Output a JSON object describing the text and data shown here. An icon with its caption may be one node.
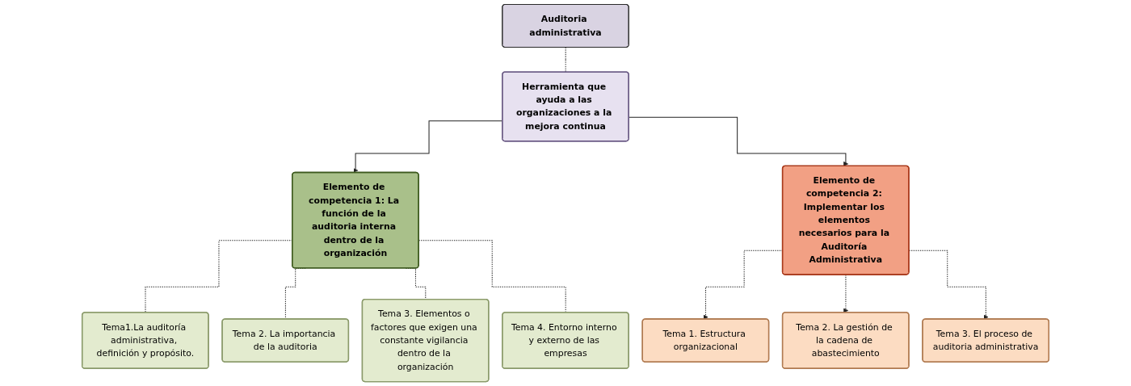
{
  "diagram": {
    "nodes": [
      {
        "text": [
          "Auditoria administrativa"
        ]
      },
      {
        "text": [
          "Herramienta que ayuda a las organizaciones a la mejora continua"
        ]
      },
      {
        "text": [
          "Elemento de competencia 1: La función de la auditoria interna dentro de la organización"
        ]
      },
      {
        "text": [
          "Elemento de competencia 2: Implementar los elementos necesarios para la Auditoría Administrativa"
        ]
      },
      {
        "text": [
          "Tema1.La auditoría administrativa, definición y propósito."
        ]
      },
      {
        "text": [
          "Tema 2. La importancia de la auditoria"
        ]
      },
      {
        "text": [
          "Tema 3. Elementos o factores que exigen una constante vigilancia dentro de la organización"
        ]
      },
      {
        "text": [
          "Tema 4. Entorno interno y externo de las empresas"
        ]
      },
      {
        "text": [
          "Tema 1. Estructura organizacional"
        ]
      },
      {
        "text": [
          "Tema 2. La gestión de la cadena de abastecimiento"
        ]
      },
      {
        "text": [
          "Tema 3. El proceso de auditoria administrativa"
        ]
      }
    ],
    "edges": [
      {
        "from": 0,
        "to": 1,
        "arrow": "none",
        "style": "dashed"
      },
      {
        "from": 1,
        "to": 2,
        "arrow": "to"
      },
      {
        "from": 1,
        "to": 3,
        "arrow": "to"
      },
      {
        "from": 2,
        "to": 4,
        "arrow": "none",
        "style": "dashed"
      },
      {
        "from": 2,
        "to": 5,
        "arrow": "none",
        "style": "dashed"
      },
      {
        "from": 2,
        "to": 6,
        "arrow": "none",
        "style": "dashed"
      },
      {
        "from": 2,
        "to": 7,
        "arrow": "none",
        "style": "dashed"
      },
      {
        "from": 3,
        "to": 8,
        "arrow": "to",
        "style": "dashed"
      },
      {
        "from": 3,
        "to": 9,
        "arrow": "to",
        "style": "dashed"
      },
      {
        "from": 3,
        "to": 10,
        "arrow": "to",
        "style": "dashed"
      }
    ]
  }
}
